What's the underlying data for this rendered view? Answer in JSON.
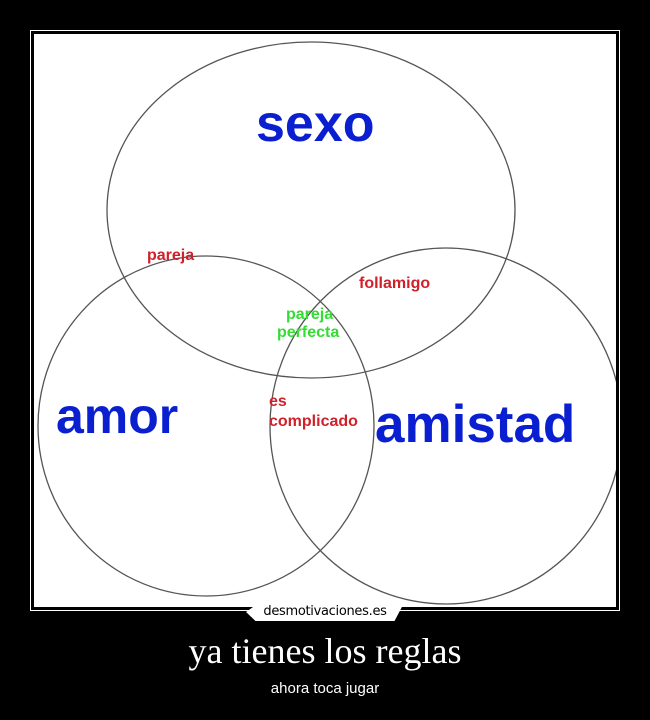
{
  "poster": {
    "background": "#000000",
    "diagram": {
      "sets": [
        {
          "label": "sexo",
          "color": "#0a1fd0"
        },
        {
          "label": "amor",
          "color": "#0a1fd0"
        },
        {
          "label": "amistad",
          "color": "#0a1fd0"
        }
      ],
      "intersections": {
        "sexo_amor": "pareja",
        "sexo_amistad": "follamigo",
        "amor_amistad_line1": "es",
        "amor_amistad_line2": "complicado",
        "all_line1": "pareja",
        "all_line2": "perfecta"
      },
      "colors": {
        "intersection_pair": "#d0202a",
        "intersection_all": "#33dd33",
        "outline": "#555555"
      }
    },
    "watermark": "desmotivaciones.es",
    "title": "ya tienes los reglas",
    "subtitle": "ahora toca jugar"
  }
}
